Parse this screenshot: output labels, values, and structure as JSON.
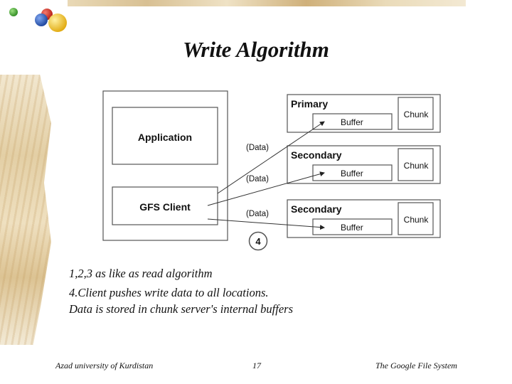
{
  "slide": {
    "title": "Write Algorithm",
    "page_number": "17",
    "footer_left": "Azad university of Kurdistan",
    "footer_right": "The Google File System"
  },
  "diagram": {
    "client_box": {
      "application_label": "Application",
      "gfs_client_label": "GFS Client"
    },
    "servers": [
      {
        "role": "Primary",
        "buffer_label": "Buffer",
        "chunk_label": "Chunk"
      },
      {
        "role": "Secondary",
        "buffer_label": "Buffer",
        "chunk_label": "Chunk"
      },
      {
        "role": "Secondary",
        "buffer_label": "Buffer",
        "chunk_label": "Chunk"
      }
    ],
    "data_labels": [
      "(Data)",
      "(Data)",
      "(Data)"
    ],
    "step_badge": "4"
  },
  "body": {
    "lines": [
      "1,2,3 as like as read algorithm",
      "4.Client pushes write data to all locations.",
      "Data is stored in chunk server's internal buffers"
    ]
  },
  "colors": {
    "ball_green": "#3a9d2e",
    "ball_red": "#d42a1e",
    "ball_blue": "#2a5fc4",
    "ball_yellow": "#f2c51c",
    "box_border": "#555555"
  }
}
